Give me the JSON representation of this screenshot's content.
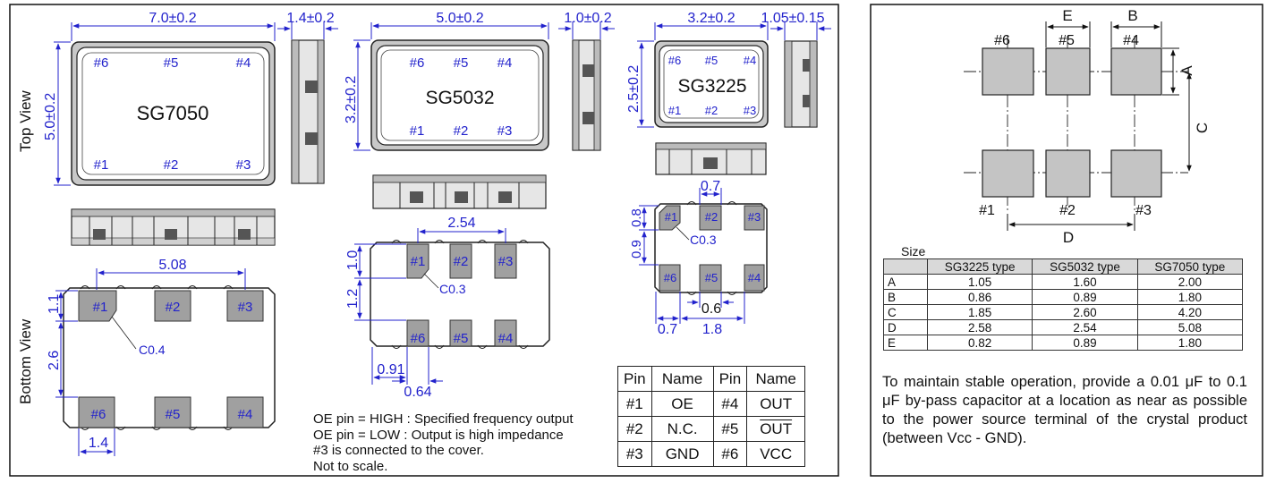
{
  "views": {
    "top": "Top View",
    "bottom": "Bottom View"
  },
  "packages": {
    "sg7050": {
      "name": "SG7050",
      "width": "7.0±0.2",
      "height": "5.0±0.2",
      "thickness": "1.4±0.2",
      "pitch": "5.08",
      "pad_h1": "1.1",
      "pad_gap": "2.6",
      "pad_w": "1.4",
      "chamfer": "C0.4"
    },
    "sg5032": {
      "name": "SG5032",
      "width": "5.0±0.2",
      "height": "3.2±0.2",
      "thickness": "1.0±0.2",
      "pitch": "2.54",
      "pad_h1": "1.0",
      "pad_gap": "1.2",
      "pad_w": "0.91",
      "pad_w2": "0.64",
      "chamfer": "C0.3"
    },
    "sg3225": {
      "name": "SG3225",
      "width": "3.2±0.2",
      "height": "2.5±0.2",
      "thickness": "1.05±0.15",
      "pad_top": "0.7",
      "pad_h1": "0.8",
      "pad_gap": "0.9",
      "pad_w": "0.6",
      "pad_x": "0.7",
      "pitch": "1.8",
      "chamfer": "C0.3"
    }
  },
  "pins": [
    "#1",
    "#2",
    "#3",
    "#4",
    "#5",
    "#6"
  ],
  "notes": [
    "OE pin = HIGH : Specified frequency output",
    "OE pin = LOW : Output is high impedance",
    "#3 is connected to the cover.",
    "Not to scale."
  ],
  "pin_table": {
    "headers": [
      "Pin",
      "Name",
      "Pin",
      "Name"
    ],
    "rows": [
      [
        "#1",
        "OE",
        "#4",
        "OUT"
      ],
      [
        "#2",
        "N.C.",
        "#5",
        "OUT"
      ],
      [
        "#3",
        "GND",
        "#6",
        "VCC"
      ]
    ]
  },
  "land": {
    "labels": {
      "a": "A",
      "b": "B",
      "c": "C",
      "d": "D",
      "e": "E"
    }
  },
  "size_table": {
    "caption": "Size",
    "headers": [
      "",
      "SG3225 type",
      "SG5032 type",
      "SG7050 type"
    ],
    "rows": [
      [
        "A",
        "1.05",
        "1.60",
        "2.00"
      ],
      [
        "B",
        "0.86",
        "0.89",
        "1.80"
      ],
      [
        "C",
        "1.85",
        "2.60",
        "4.20"
      ],
      [
        "D",
        "2.58",
        "2.54",
        "5.08"
      ],
      [
        "E",
        "0.82",
        "0.89",
        "1.80"
      ]
    ]
  },
  "recommendation": "To maintain stable operation, provide a 0.01 μF to 0.1 μF by-pass capacitor at a location as near as possible to the power source terminal of the crystal product (between Vcc - GND)."
}
